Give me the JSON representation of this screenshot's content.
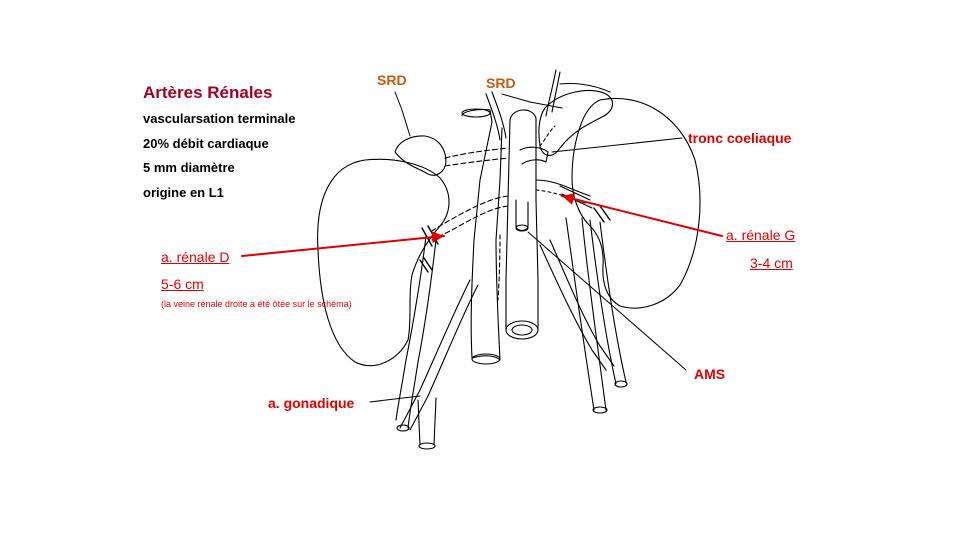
{
  "title": "Artères Rénales",
  "facts": [
    "vascularsation terminale",
    "20% débit cardiaque",
    "5 mm diamètre",
    "origine en L1"
  ],
  "labels": {
    "srd_left": "SRD",
    "srd_right": "SRD",
    "tronc_coeliaque": "tronc coeliaque",
    "renale_g": "a. rénale G",
    "renale_g_size": "3-4 cm",
    "renale_d": "a. rénale D",
    "renale_d_size": "5-6 cm",
    "note": "(la veine rénale droite a été ôtée sur le schéma)",
    "ams": "AMS",
    "gonadique": "a. gonadique"
  },
  "colors": {
    "title": "#a50021",
    "srd": "#c55a11",
    "annotation_red": "#e00000",
    "drawing": "#000000"
  }
}
